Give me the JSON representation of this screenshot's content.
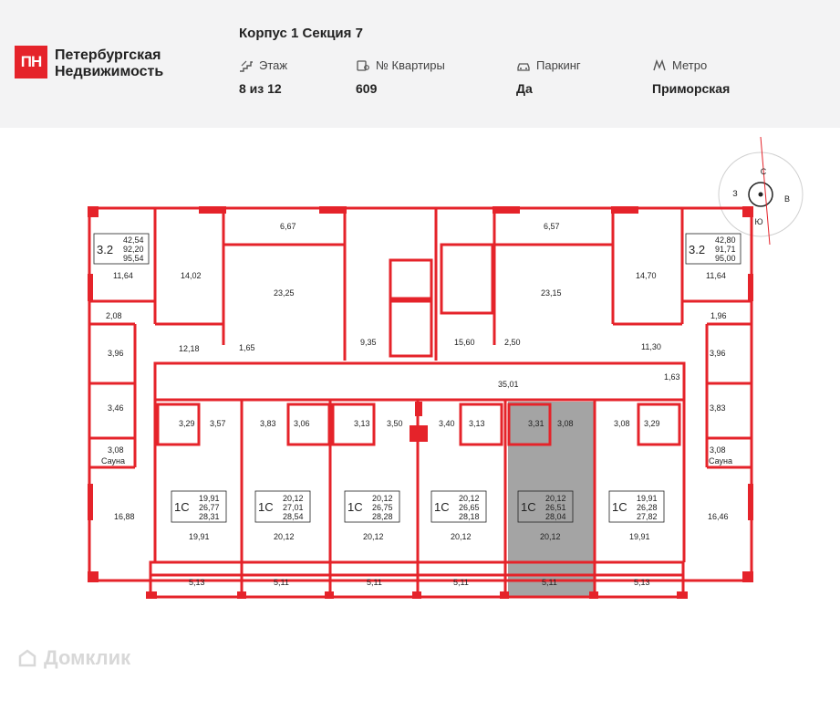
{
  "brand": {
    "logo_letters": "ПН",
    "name_line1": "Петербургская",
    "name_line2": "Недвижимость"
  },
  "title": "Корпус 1 Секция 7",
  "info": [
    {
      "icon": "stairs-icon",
      "label": "Этаж",
      "value": "8 из 12"
    },
    {
      "icon": "apartment-key-icon",
      "label": "№ Квартиры",
      "value": "609"
    },
    {
      "icon": "car-icon",
      "label": "Паркинг",
      "value": "Да"
    },
    {
      "icon": "metro-icon",
      "label": "Метро",
      "value": "Приморская"
    }
  ],
  "compass": {
    "n": "С",
    "s": "Ю",
    "w": "З",
    "e": "В"
  },
  "plan": {
    "wall_color": "#e5232a",
    "highlight_color": "#9a9a9a",
    "corner_left": {
      "code": "3.2",
      "areas": [
        "42,54",
        "92,20",
        "95,54"
      ]
    },
    "corner_right": {
      "code": "3.2",
      "areas": [
        "42,80",
        "91,71",
        "95,00"
      ]
    },
    "studios": [
      {
        "code": "1С",
        "areas": [
          "19,91",
          "26,77",
          "28,31"
        ],
        "room": "19,91",
        "balcony": "5,13",
        "bath": "3,29",
        "hall": "3,57"
      },
      {
        "code": "1С",
        "areas": [
          "20,12",
          "27,01",
          "28,54"
        ],
        "room": "20,12",
        "balcony": "5,11",
        "bath": "3,06",
        "hall": "3,83"
      },
      {
        "code": "1С",
        "areas": [
          "20,12",
          "26,75",
          "28,28"
        ],
        "room": "20,12",
        "balcony": "5,11",
        "bath": "3,13",
        "hall": "3,50"
      },
      {
        "code": "1С",
        "areas": [
          "20,12",
          "26,65",
          "28,18"
        ],
        "room": "20,12",
        "balcony": "5,11",
        "bath": "3,13",
        "hall": "3,40"
      },
      {
        "code": "1С",
        "areas": [
          "20,12",
          "26,51",
          "28,04"
        ],
        "room": "20,12",
        "balcony": "5,11",
        "bath": "3,31",
        "hall": "3,08"
      },
      {
        "code": "1С",
        "areas": [
          "19,91",
          "26,28",
          "27,82"
        ],
        "room": "19,91",
        "balcony": "5,13",
        "bath": "3,29",
        "hall": "3,08"
      }
    ],
    "rooms": {
      "l_bed": "14,02",
      "l_living": "23,25",
      "l_balc": "6,67",
      "l_corner": "11,64",
      "l_small": "2,08",
      "l_bath": "3,96",
      "l_hall": "12,18",
      "l_wc": "1,65",
      "l_wc2": "3,46",
      "l_sauna": "3,08",
      "sauna_label": "Сауна",
      "l_big": "16,88",
      "stair": "9,35",
      "lobby": "15,60",
      "corridor": "35,01",
      "small1": "2,50",
      "r_living": "23,15",
      "r_balc": "6,57",
      "r_bed": "14,70",
      "r_corner": "11,64",
      "r_small": "1,96",
      "r_bath": "3,96",
      "r_hall": "11,30",
      "r_wc": "1,63",
      "r_wc2": "3,83",
      "r_sauna": "3,08",
      "r_big": "16,46"
    }
  },
  "watermark": "Домклик"
}
